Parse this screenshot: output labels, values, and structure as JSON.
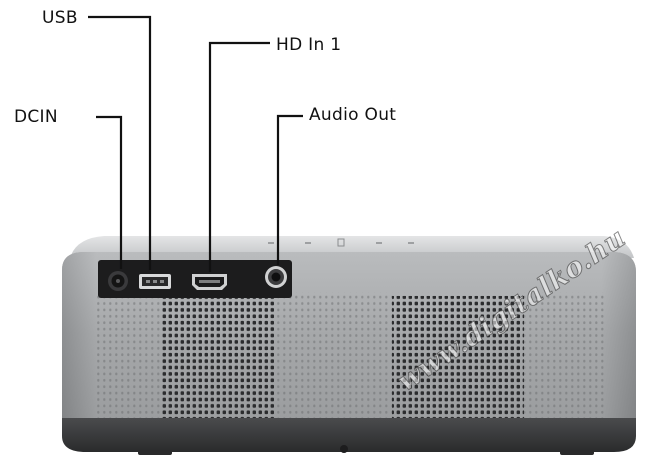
{
  "callouts": {
    "usb": "USB",
    "hdmi": "HD In 1",
    "dcin": "DCIN",
    "audio_out": "Audio Out"
  },
  "watermark": "www.digitalko.hu",
  "colors": {
    "body_silver": "#a9abad",
    "port_panel": "#1f1f20",
    "base_dark": "#3a3b3d",
    "leader_line": "#111111"
  }
}
